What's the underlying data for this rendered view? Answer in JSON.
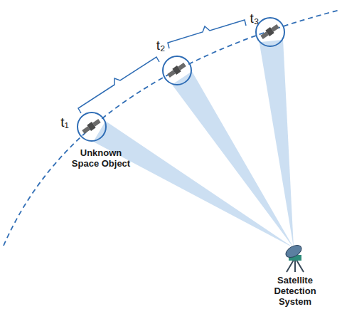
{
  "diagram": {
    "nodes": [
      {
        "text": [
          "t₁",
          "Unknown Space Object"
        ]
      },
      {
        "text": [
          "t₂"
        ]
      },
      {
        "text": [
          "t₃"
        ]
      },
      {
        "text": [
          "Satellite Detection System"
        ]
      }
    ],
    "edges": [
      {
        "from": 0,
        "to": 3,
        "arrow": "none"
      },
      {
        "from": 1,
        "to": 3,
        "arrow": "none"
      },
      {
        "from": 2,
        "to": 3,
        "arrow": "none"
      }
    ]
  }
}
